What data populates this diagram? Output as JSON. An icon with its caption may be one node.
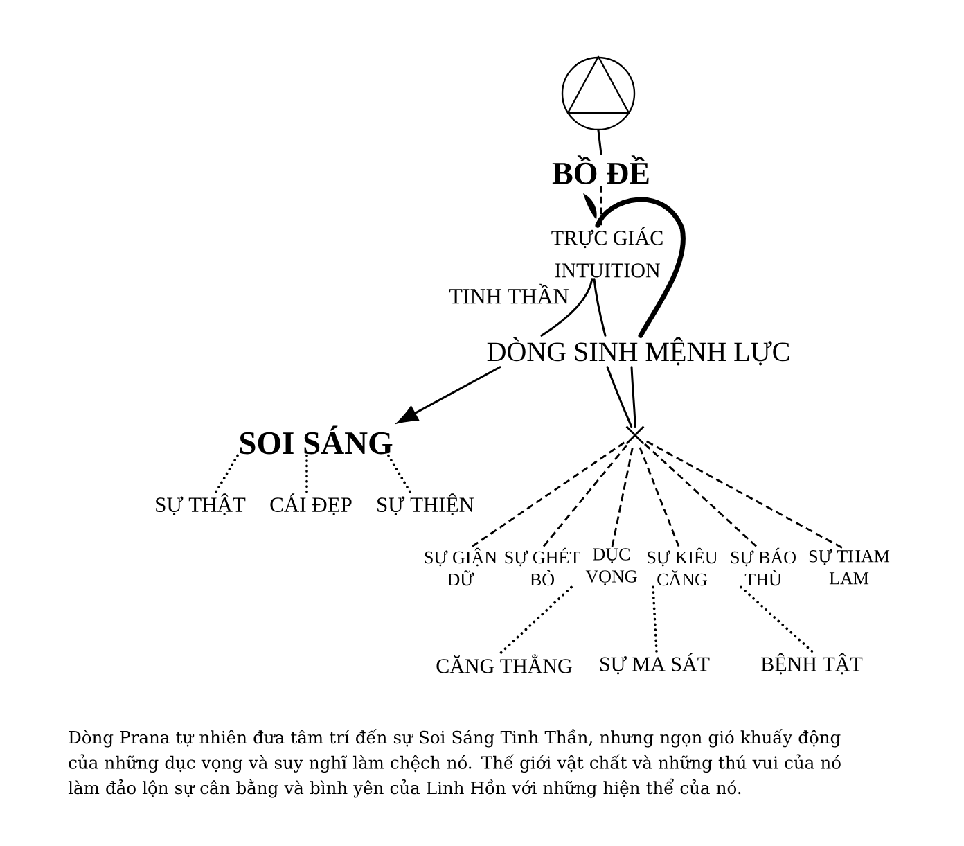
{
  "diagram": {
    "nodes": [
      {
        "text": [],
        "shape": "circle"
      },
      {
        "text": [
          "BỒ ĐỀ"
        ]
      },
      {
        "text": [
          "TRỰC GIÁC",
          "INTUITION"
        ]
      },
      {
        "text": [
          "DÒNG SINH MỆNH LỰC"
        ]
      },
      {
        "text": [
          "SOI SÁNG"
        ]
      },
      {
        "text": [
          "SỰ THẬT"
        ]
      },
      {
        "text": [
          "CÁI ĐẸP"
        ]
      },
      {
        "text": [
          "SỰ THIỆN"
        ]
      },
      {
        "text": [],
        "shape": "cross"
      },
      {
        "text": [
          "SỰ GIẬN DỮ"
        ]
      },
      {
        "text": [
          "SỰ GHÉT BỎ"
        ]
      },
      {
        "text": [
          "DỤC VỌNG"
        ]
      },
      {
        "text": [
          "SỰ KIÊU CĂNG"
        ]
      },
      {
        "text": [
          "SỰ BÁO THÙ"
        ]
      },
      {
        "text": [
          "SỰ THAM LAM"
        ]
      },
      {
        "text": [
          "CĂNG THẲNG"
        ]
      },
      {
        "text": [
          "SỰ MA SÁT"
        ]
      },
      {
        "text": [
          "BỆNH TẬT"
        ]
      }
    ],
    "edges": [
      {
        "from": 0,
        "to": 1,
        "arrow": "none"
      },
      {
        "from": 1,
        "to": 2,
        "arrow": "none",
        "style": "dashed"
      },
      {
        "from": 2,
        "to": 3,
        "arrow": "none",
        "label": "TINH THẦN"
      },
      {
        "from": 2,
        "to": 3,
        "arrow": "none"
      },
      {
        "from": 2,
        "to": 3,
        "arrow": "none",
        "style": "thick"
      },
      {
        "from": 3,
        "to": 4,
        "arrow": "to"
      },
      {
        "from": 3,
        "to": 8,
        "arrow": "none"
      },
      {
        "from": 3,
        "to": 8,
        "arrow": "none"
      },
      {
        "from": 8,
        "to": 9,
        "arrow": "none",
        "style": "dashed"
      },
      {
        "from": 8,
        "to": 10,
        "arrow": "none",
        "style": "dashed"
      },
      {
        "from": 8,
        "to": 11,
        "arrow": "none",
        "style": "dashed"
      },
      {
        "from": 8,
        "to": 12,
        "arrow": "none",
        "style": "dashed"
      },
      {
        "from": 8,
        "to": 13,
        "arrow": "none",
        "style": "dashed"
      },
      {
        "from": 8,
        "to": 14,
        "arrow": "none",
        "style": "dashed"
      },
      {
        "from": 4,
        "to": 5,
        "arrow": "none",
        "style": "dashed"
      },
      {
        "from": 4,
        "to": 6,
        "arrow": "none",
        "style": "dashed"
      },
      {
        "from": 4,
        "to": 7,
        "arrow": "none",
        "style": "dashed"
      },
      {
        "from": 10,
        "to": 15,
        "arrow": "none",
        "style": "dashed"
      },
      {
        "from": 12,
        "to": 16,
        "arrow": "none",
        "style": "dashed"
      },
      {
        "from": 13,
        "to": 17,
        "arrow": "none",
        "style": "dashed"
      }
    ],
    "caption": "Dòng Prana tự nhiên đưa tâm trí đến sự Soi Sáng Tinh Thần, nhưng ngọn gió khuấy động của những dục vọng và suy nghĩ làm chệch nó. Thế giới vật chất và những thú vui của nó làm đảo lộn sự cân bằng và bình yên của Linh Hồn với những hiện thể của nó."
  }
}
